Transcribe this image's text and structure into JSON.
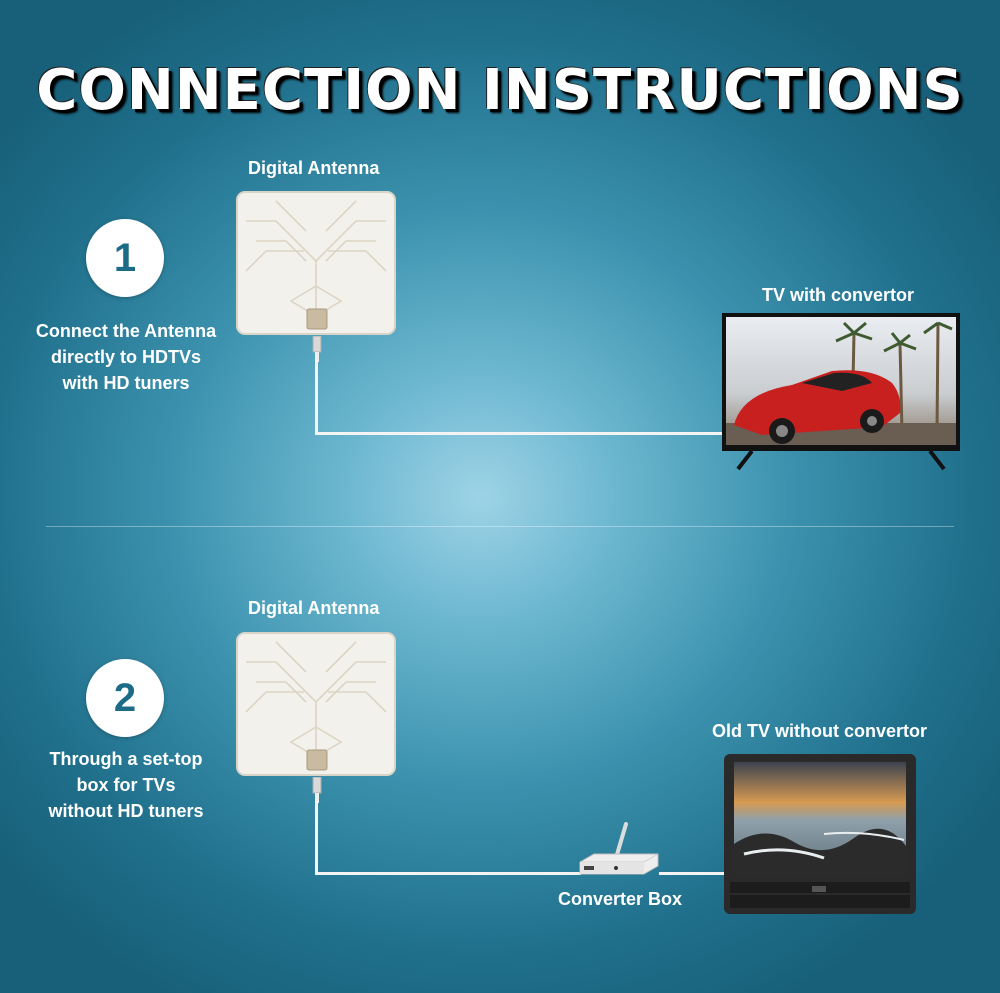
{
  "title": "CONNECTION INSTRUCTIONS",
  "step1": {
    "number": "1",
    "text_lines": [
      "Connect the Antenna",
      "directly to HDTVs",
      "with HD tuners"
    ],
    "antenna_label": "Digital Antenna",
    "tv_label": "TV with convertor"
  },
  "step2": {
    "number": "2",
    "text_lines": [
      "Through a set-top",
      "box for TVs",
      "without HD tuners"
    ],
    "antenna_label": "Digital Antenna",
    "tv_label": "Old TV without convertor",
    "box_label": "Converter Box"
  },
  "colors": {
    "accent_number": "#1c6c88",
    "background_center": "#9ed3e6",
    "background_edge": "#18607a"
  }
}
